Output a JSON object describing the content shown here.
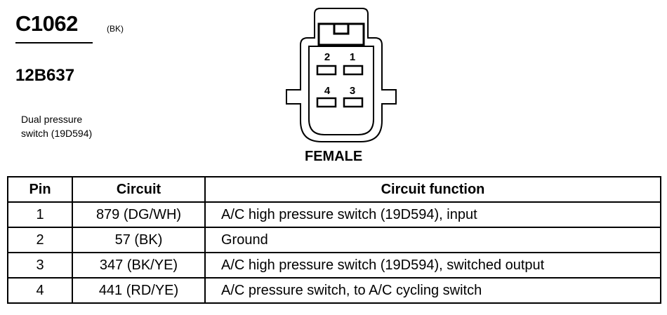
{
  "connector": {
    "id": "C1062",
    "color": "(BK)",
    "part_number": "12B637",
    "description_line1": "Dual pressure",
    "description_line2": "switch (19D594)",
    "gender_label": "FEMALE",
    "pin_labels": [
      "2",
      "1",
      "4",
      "3"
    ]
  },
  "table": {
    "headers": [
      "Pin",
      "Circuit",
      "Circuit function"
    ],
    "rows": [
      {
        "pin": "1",
        "circuit": "879 (DG/WH)",
        "function": "A/C high pressure switch (19D594), input"
      },
      {
        "pin": "2",
        "circuit": "57 (BK)",
        "function": "Ground"
      },
      {
        "pin": "3",
        "circuit": "347 (BK/YE)",
        "function": "A/C high pressure switch (19D594), switched output"
      },
      {
        "pin": "4",
        "circuit": "441 (RD/YE)",
        "function": "A/C pressure switch, to A/C cycling switch"
      }
    ]
  }
}
